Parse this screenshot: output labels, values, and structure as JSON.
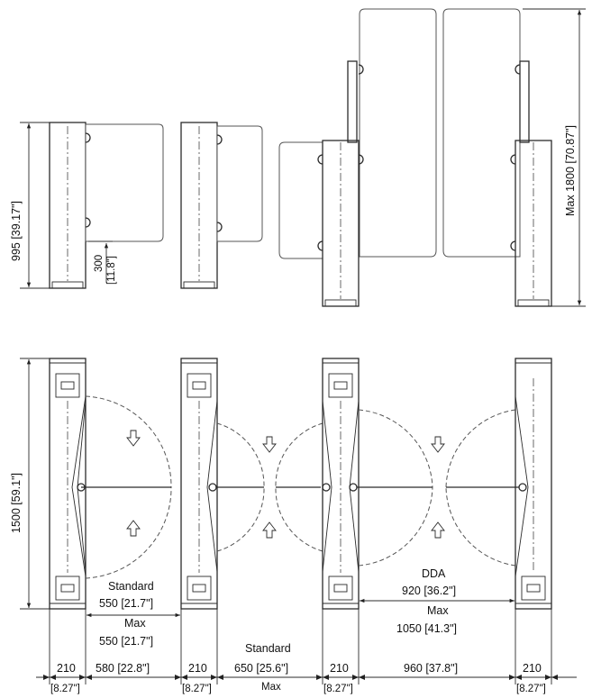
{
  "side_view": {
    "height_label": "995 [39.17\"]",
    "leaf_clearance_label_1": "300",
    "leaf_clearance_label_2": "[11.8\"]",
    "max_height_label": "Max 1800 [70.87\"]"
  },
  "plan_view": {
    "length_label": "1500 [59.1\"]",
    "standard_title": "Standard",
    "standard_value": "550  [21.7\"]",
    "max_title": "Max",
    "max_value": "550  [21.7\"]",
    "dda_title": "DDA",
    "dda_value": "920  [36.2\"]",
    "dda_max_title": "Max",
    "dda_max_value": "1050  [41.3\"]",
    "bottom_dims": {
      "cabinet_1": "210",
      "cabinet_1_in": "[8.27\"]",
      "lane_1": "580  [22.8\"]",
      "cabinet_2": "210",
      "cabinet_2_in": "[8.27\"]",
      "lane_2_title": "Standard",
      "lane_2": "650  [25.6\"]",
      "lane_2_max": "Max",
      "cabinet_3": "210",
      "cabinet_3_in": "[8.27\"]",
      "lane_3": "960  [37.8\"]",
      "cabinet_4": "210",
      "cabinet_4_in": "[8.27\"]"
    }
  }
}
